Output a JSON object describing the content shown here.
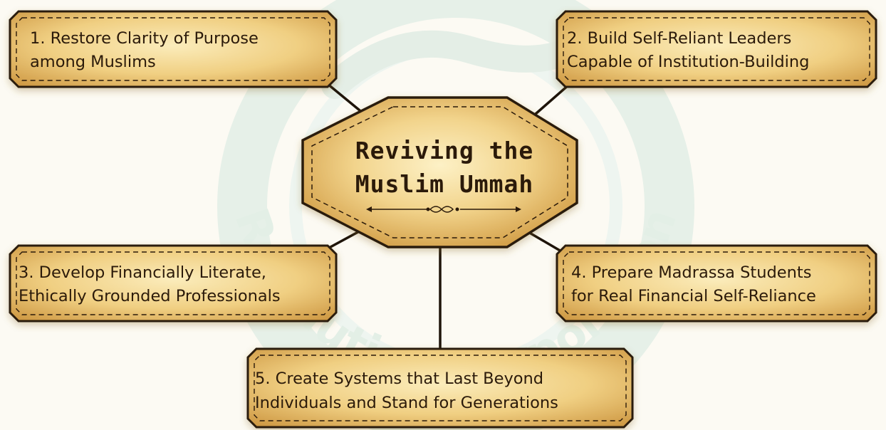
{
  "diagram": {
    "watermark": {
      "text": "Revolution Corporation",
      "color": "#e3efe6"
    },
    "hub": {
      "lines": [
        "Reviving the",
        "Muslim Ummah"
      ],
      "fill_light": "#fbeab1",
      "fill_dark": "#d9a64a"
    },
    "goals": [
      {
        "lines": [
          "1. Restore Clarity of Purpose",
          "among Muslims"
        ]
      },
      {
        "lines": [
          "2. Build Self-Reliant Leaders",
          "Capable of Institution-Building"
        ]
      },
      {
        "lines": [
          "3. Develop Financially Literate,",
          "Ethically Grounded Professionals"
        ]
      },
      {
        "lines": [
          "4. Prepare Madrassa Students",
          "for Real Financial Self-Reliance"
        ]
      },
      {
        "lines": [
          "5. Create Systems that Last Beyond",
          "Individuals and Stand for Generations"
        ]
      }
    ],
    "colors": {
      "box_light": "#f7e2a3",
      "box_dark": "#d6a650",
      "border": "#2b1a0a",
      "text": "#2b1a0a"
    }
  }
}
